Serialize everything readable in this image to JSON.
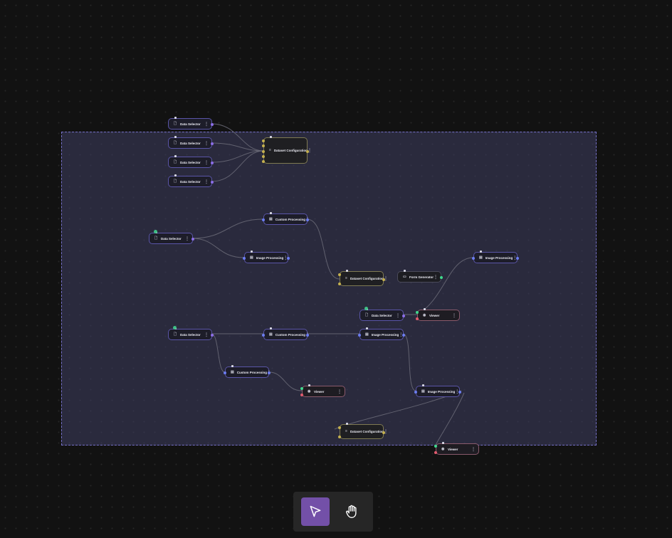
{
  "nodes": [
    {
      "id": "n1",
      "label": "Data Selector",
      "kind": "selector"
    },
    {
      "id": "n2",
      "label": "Data Selector",
      "kind": "selector"
    },
    {
      "id": "n3",
      "label": "Data Selector",
      "kind": "selector"
    },
    {
      "id": "n4",
      "label": "Data Selector",
      "kind": "selector"
    },
    {
      "id": "n5",
      "label": "Dataset Configuration",
      "kind": "config"
    },
    {
      "id": "n6",
      "label": "Custom Processing",
      "kind": "process"
    },
    {
      "id": "n7",
      "label": "Data Selector",
      "kind": "selector"
    },
    {
      "id": "n8",
      "label": "Image Processing",
      "kind": "process"
    },
    {
      "id": "n9",
      "label": "Image Processing",
      "kind": "process"
    },
    {
      "id": "n10",
      "label": "Form Generator",
      "kind": "form"
    },
    {
      "id": "n11",
      "label": "Dataset Configuration",
      "kind": "config"
    },
    {
      "id": "n12",
      "label": "Data Selector",
      "kind": "selector"
    },
    {
      "id": "n13",
      "label": "Viewer",
      "kind": "viewer"
    },
    {
      "id": "n14",
      "label": "Data Selector",
      "kind": "selector"
    },
    {
      "id": "n15",
      "label": "Custom Processing",
      "kind": "process"
    },
    {
      "id": "n16",
      "label": "Image Processing",
      "kind": "process"
    },
    {
      "id": "n17",
      "label": "Custom Processing",
      "kind": "process"
    },
    {
      "id": "n18",
      "label": "Viewer",
      "kind": "viewer"
    },
    {
      "id": "n19",
      "label": "Image Processing",
      "kind": "process"
    },
    {
      "id": "n20",
      "label": "Dataset Configuration",
      "kind": "config"
    },
    {
      "id": "n21",
      "label": "Viewer",
      "kind": "viewer"
    }
  ],
  "toolbar": {
    "tools": [
      {
        "name": "select-tool",
        "icon": "cursor-arrow-icon",
        "active": true
      },
      {
        "name": "pan-tool",
        "icon": "hand-icon",
        "active": false
      }
    ]
  },
  "colors": {
    "background": "#121212",
    "selection_fill": "#3e3e60",
    "selection_border": "#7570c8",
    "active_tool": "#7350a8",
    "port_data": "#8c6ee8",
    "port_process": "#6b7cf0",
    "port_config": "#c4b04e",
    "port_ok": "#3fd88d",
    "port_error": "#e05a6d"
  }
}
